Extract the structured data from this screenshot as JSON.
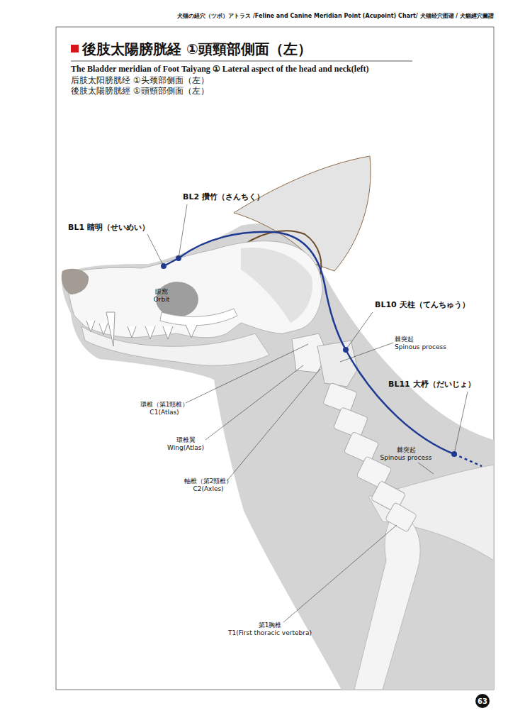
{
  "diagram": {
    "title": "後肢太陽膀胱経 ①頭頸部側面（左）",
    "nodes": [
      {
        "text": [
          "63"
        ]
      }
    ],
    "labels": [
      "犬猫の経穴（ツボ）アトラス /Feline and Canine Meridian Point (Acupoint) Chart/ 犬猫经穴图谱 / 犬貓經穴圖譜",
      "The Bladder meridian of Foot Taiyang ① Lateral aspect of the head and neck(left)",
      "后肢太阳膀胱经 ①头颈部侧面（左）",
      "後肢太陽膀胱經 ①頭頸部側面（左）",
      "BL1 睛明（せいめい）",
      "BL2 攢竹（さんちく）",
      "BL10 天柱（てんちゅう）",
      "BL11 大杼（だいじょ）",
      "眼窩",
      "Orbit",
      "棘突起",
      "Spinous process",
      "環椎（第1頸椎）",
      "C1(Atlas)",
      "環椎翼",
      "Wing(Atlas)",
      "軸椎（第2頸椎）",
      "C2(Axles)",
      "棘突起",
      "Spinous process",
      "第1胸椎",
      "T1(First thoracic vertebra)"
    ]
  }
}
